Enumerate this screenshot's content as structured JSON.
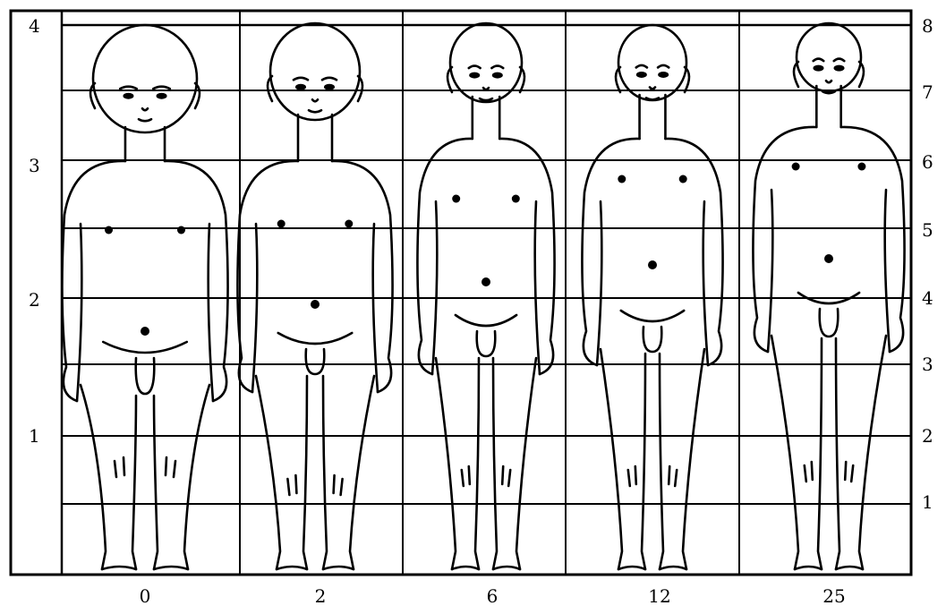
{
  "left_scale": {
    "labels": [
      "4",
      "3",
      "2",
      "1"
    ]
  },
  "right_scale": {
    "labels": [
      "8",
      "7",
      "6",
      "5",
      "4",
      "3",
      "2",
      "1"
    ]
  },
  "ages": {
    "labels": [
      "0",
      "2",
      "6",
      "12",
      "25"
    ]
  }
}
